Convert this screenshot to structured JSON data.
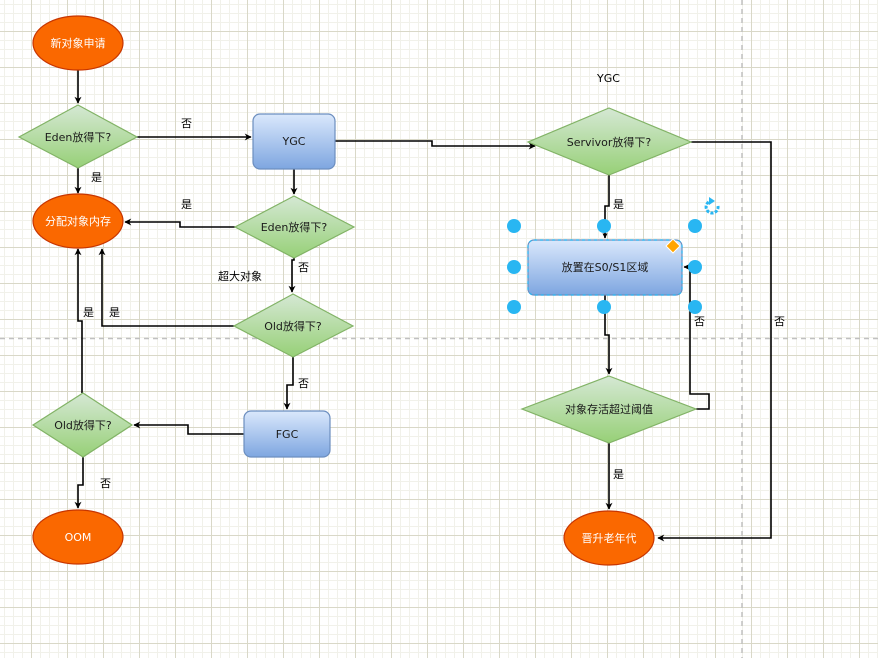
{
  "diagram": {
    "title_annotation": "YGC",
    "nodes": {
      "start": {
        "label": "新对象申请",
        "shape": "ellipse",
        "fill": "#fa6800"
      },
      "eden_check_1": {
        "label": "Eden放得下?",
        "shape": "diamond",
        "fill": "#a9d18e"
      },
      "ygc": {
        "label": "YGC",
        "shape": "rounded-rect",
        "fill": "#a9c4eb"
      },
      "allocate": {
        "label": "分配对象内存",
        "shape": "ellipse",
        "fill": "#fa6800"
      },
      "eden_check_2": {
        "label": "Eden放得下?",
        "shape": "diamond",
        "fill": "#a9d18e"
      },
      "old_check_1": {
        "label": "Old放得下?",
        "shape": "diamond",
        "fill": "#a9d18e"
      },
      "fgc": {
        "label": "FGC",
        "shape": "rounded-rect",
        "fill": "#a9c4eb"
      },
      "old_check_2": {
        "label": "Old放得下?",
        "shape": "diamond",
        "fill": "#a9d18e"
      },
      "oom": {
        "label": "OOM",
        "shape": "ellipse",
        "fill": "#fa6800"
      },
      "survivor_check": {
        "label": "Servivor放得下?",
        "shape": "diamond",
        "fill": "#a9d18e"
      },
      "place_s0s1": {
        "label": "放置在S0/S1区域",
        "shape": "rounded-rect",
        "fill": "#a9c4eb",
        "selected": true
      },
      "age_threshold": {
        "label": "对象存活超过阈值",
        "shape": "diamond",
        "fill": "#a9d18e"
      },
      "promote_old": {
        "label": "晋升老年代",
        "shape": "ellipse",
        "fill": "#fa6800"
      }
    },
    "edges": [
      {
        "from": "start",
        "to": "eden_check_1",
        "label": ""
      },
      {
        "from": "eden_check_1",
        "to": "ygc",
        "label": "否"
      },
      {
        "from": "eden_check_1",
        "to": "allocate",
        "label": "是"
      },
      {
        "from": "ygc",
        "to": "eden_check_2",
        "label": ""
      },
      {
        "from": "ygc",
        "to": "survivor_check",
        "label": ""
      },
      {
        "from": "eden_check_2",
        "to": "allocate",
        "label": "是"
      },
      {
        "from": "eden_check_2",
        "to": "old_check_1",
        "label": "否"
      },
      {
        "from": "old_check_1",
        "to": "allocate",
        "label": "是"
      },
      {
        "from": "old_check_1",
        "to": "fgc",
        "label": "否"
      },
      {
        "from": "fgc",
        "to": "old_check_2",
        "label": ""
      },
      {
        "from": "old_check_2",
        "to": "allocate",
        "label": "是"
      },
      {
        "from": "old_check_2",
        "to": "oom",
        "label": "否"
      },
      {
        "from": "survivor_check",
        "to": "place_s0s1",
        "label": "是"
      },
      {
        "from": "survivor_check",
        "to": "promote_old",
        "label": "否"
      },
      {
        "from": "place_s0s1",
        "to": "age_threshold",
        "label": ""
      },
      {
        "from": "age_threshold",
        "to": "place_s0s1",
        "label": "否"
      },
      {
        "from": "age_threshold",
        "to": "promote_old",
        "label": "是"
      }
    ],
    "annotations": {
      "large_object": "超大对象"
    }
  },
  "colors": {
    "ellipse_fill": "#fa6800",
    "ellipse_stroke": "#c73500",
    "diamond_fill_top": "#d5e8d4",
    "diamond_fill_bottom": "#97d077",
    "diamond_stroke": "#82b366",
    "rect_fill_top": "#dae8fc",
    "rect_fill_bottom": "#7ea6e0",
    "rect_stroke": "#6c8ebf",
    "selection": "#29b6f2",
    "handle_orange": "#ffa500"
  }
}
